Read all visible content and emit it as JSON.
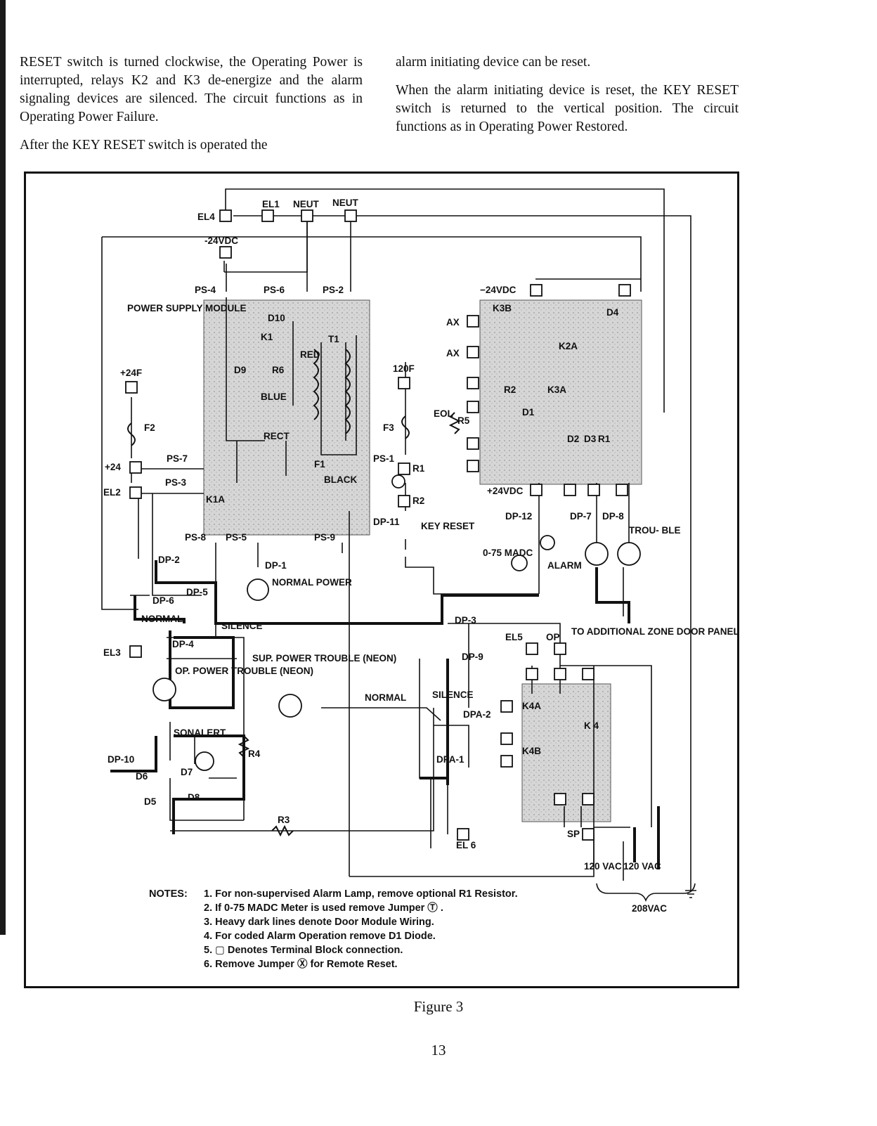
{
  "text": {
    "left_paragraphs": [
      "RESET switch is turned clockwise, the Operating Power is interrupted, relays K2 and K3 de-energize and the alarm signaling devices are silenced. The circuit functions as in Operating Power Failure.",
      "After the KEY RESET switch is operated the"
    ],
    "right_paragraphs": [
      "alarm initiating device can be reset.",
      "When the alarm initiating device is reset, the KEY RESET switch is returned to the vertical position. The circuit functions as in Operating Power Restored."
    ]
  },
  "diagram": {
    "labels": {
      "el4": "EL4",
      "el1": "EL1",
      "neut1": "NEUT",
      "neut2": "NEUT",
      "v24dc": "-24VDC",
      "ps4": "PS-4",
      "ps6": "PS-6",
      "ps2": "PS-2",
      "psm": "POWER SUPPLY MODULE",
      "d10": "D10",
      "k1": "K1",
      "t1": "T1",
      "red": "RED",
      "d9": "D9",
      "r6": "R6",
      "blue": "BLUE",
      "rect": "RECT",
      "f1": "F1",
      "black": "BLACK",
      "k1a": "K1A",
      "p24f": "+24F",
      "f2": "F2",
      "p24": "+24",
      "el2": "EL2",
      "ps7": "PS-7",
      "ps3": "PS-3",
      "ps8": "PS-8",
      "ps5": "PS-5",
      "ps9": "PS-9",
      "dp2": "DP-2",
      "dp1": "DP-1",
      "normal_power": "NORMAL POWER",
      "dp5": "DP-5",
      "dp6": "DP-6",
      "normal1": "NORMAL",
      "silence1": "SILENCE",
      "dp4": "DP-4",
      "el3": "EL3",
      "op_power": "OP. POWER TROUBLE (NEON)",
      "sup_power": "SUP. POWER TROUBLE (NEON)",
      "sonalert": "SONALERT",
      "r4": "R4",
      "dp10": "DP-10",
      "d6": "D6",
      "d7": "D7",
      "d5": "D5",
      "d8": "D8",
      "r3": "R3",
      "f120": "120F",
      "f3": "F3",
      "ps1": "PS-1",
      "r1": "R1",
      "r2": "R2",
      "dp11": "DP-11",
      "key_reset": "KEY RESET",
      "eol": "EOL",
      "r5": "R5",
      "m24vdc": "−24VDC",
      "k3b": "K3B",
      "k2a": "K2A",
      "k3a": "K3A",
      "d1": "D1",
      "d2": "D2",
      "d3": "D3",
      "r_opt": "R1",
      "ax1": "AX",
      "ax2": "AX",
      "d4": "D4",
      "r2b": "R2",
      "p24vdc": "+24VDC",
      "dp12": "DP-12",
      "dp7": "DP-7",
      "dp8": "DP-8",
      "madc": "0-75 MADC",
      "alarm": "ALARM",
      "trouble": "TROU- BLE",
      "dp3": "DP-3",
      "el5": "EL5",
      "op": "OP",
      "to_add": "TO ADDITIONAL ZONE DOOR PANELS",
      "dp9": "DP-9",
      "normal2": "NORMAL",
      "silence2": "SILENCE",
      "dpa2": "DPA-2",
      "dpa1": "DPA-1",
      "k4a": "K4A",
      "k4b": "K4B",
      "k4": "K 4",
      "el6": "EL 6",
      "sp": "SP",
      "vac120a": "120 VAC",
      "vac120b": "120 VAC",
      "vac208": "208VAC"
    }
  },
  "notes": {
    "heading": "NOTES:",
    "items": [
      "1. For non-supervised Alarm Lamp, remove optional R1 Resistor.",
      "2. If 0-75 MADC Meter is used remove Jumper Ⓣ .",
      "3. Heavy dark lines denote Door Module Wiring.",
      "4. For coded Alarm Operation remove D1 Diode.",
      "5. ▢ Denotes Terminal Block connection.",
      "6. Remove Jumper Ⓧ for Remote Reset."
    ]
  },
  "caption": "Figure 3",
  "page_number": "13"
}
